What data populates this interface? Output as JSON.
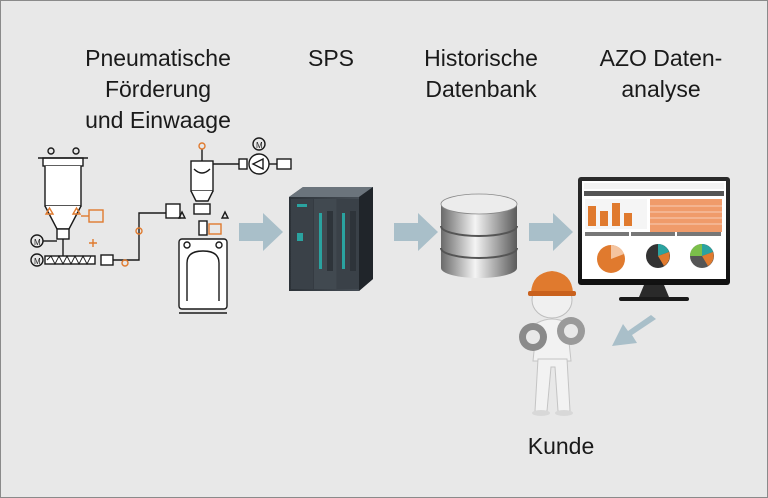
{
  "labels": {
    "step1": "Pneumatische\nFörderung\nund Einwaage",
    "step2": "SPS",
    "step3": "Historische\nDatenbank",
    "step4": "AZO Daten-\nanalyse",
    "customer": "Kunde"
  },
  "colors": {
    "background": "#e8e8e8",
    "arrow": "#a9bfc9",
    "accent_orange": "#e07a2e",
    "plc_dark": "#3b434b",
    "plc_teal": "#2aa3a0"
  },
  "icons": [
    "conveying-schematic-icon",
    "plc-icon",
    "database-icon",
    "monitor-dashboard-icon",
    "customer-figure-icon"
  ]
}
